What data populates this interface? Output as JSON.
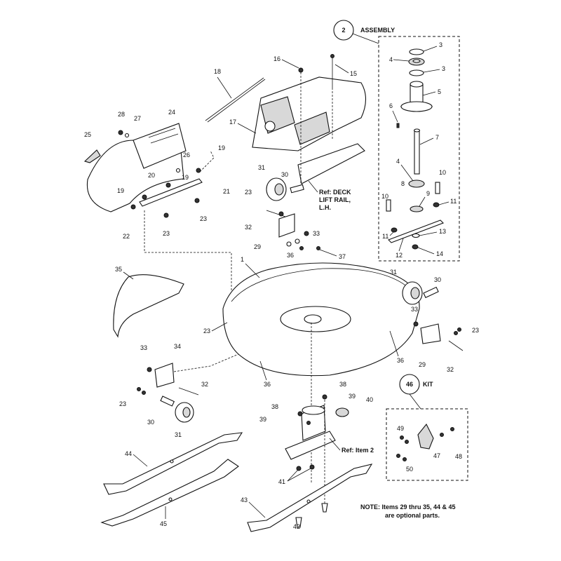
{
  "callouts": {
    "c1": "1",
    "c2": "2",
    "c3a": "3",
    "c3b": "3",
    "c4a": "4",
    "c4b": "4",
    "c5": "5",
    "c6": "6",
    "c7": "7",
    "c8": "8",
    "c9": "9",
    "c10a": "10",
    "c10b": "10",
    "c11a": "11",
    "c11b": "11",
    "c12": "12",
    "c13": "13",
    "c14": "14",
    "c15": "15",
    "c16": "16",
    "c17": "17",
    "c18": "18",
    "c19a": "19",
    "c19b": "19",
    "c19c": "19",
    "c20": "20",
    "c21": "21",
    "c22": "22",
    "c23a": "23",
    "c23b": "23",
    "c23c": "23",
    "c23d": "23",
    "c23e": "23",
    "c23f": "23",
    "c24": "24",
    "c25": "25",
    "c26": "26",
    "c27": "27",
    "c28": "28",
    "c29a": "29",
    "c29b": "29",
    "c30a": "30",
    "c30b": "30",
    "c30c": "30",
    "c31a": "31",
    "c31b": "31",
    "c31c": "31",
    "c32a": "32",
    "c32b": "32",
    "c32c": "32",
    "c33a": "33",
    "c33b": "33",
    "c33c": "33",
    "c34": "34",
    "c35": "35",
    "c36a": "36",
    "c36b": "36",
    "c36c": "36",
    "c37": "37",
    "c38a": "38",
    "c38b": "38",
    "c39a": "39",
    "c39b": "39",
    "c40": "40",
    "c41": "41",
    "c42": "42",
    "c43": "43",
    "c44": "44",
    "c45": "45",
    "c46": "46",
    "c47": "47",
    "c48": "48",
    "c49": "49",
    "c50": "50"
  },
  "labels": {
    "assembly": "ASSEMBLY",
    "kit": "KIT",
    "ref_deck_1": "Ref: DECK",
    "ref_deck_2": "LIFT RAIL,",
    "ref_deck_3": "L.H.",
    "ref_item2": "Ref: Item 2",
    "note_1": "NOTE: Items 29 thru 35, 44 & 45",
    "note_2": "are optional parts."
  }
}
